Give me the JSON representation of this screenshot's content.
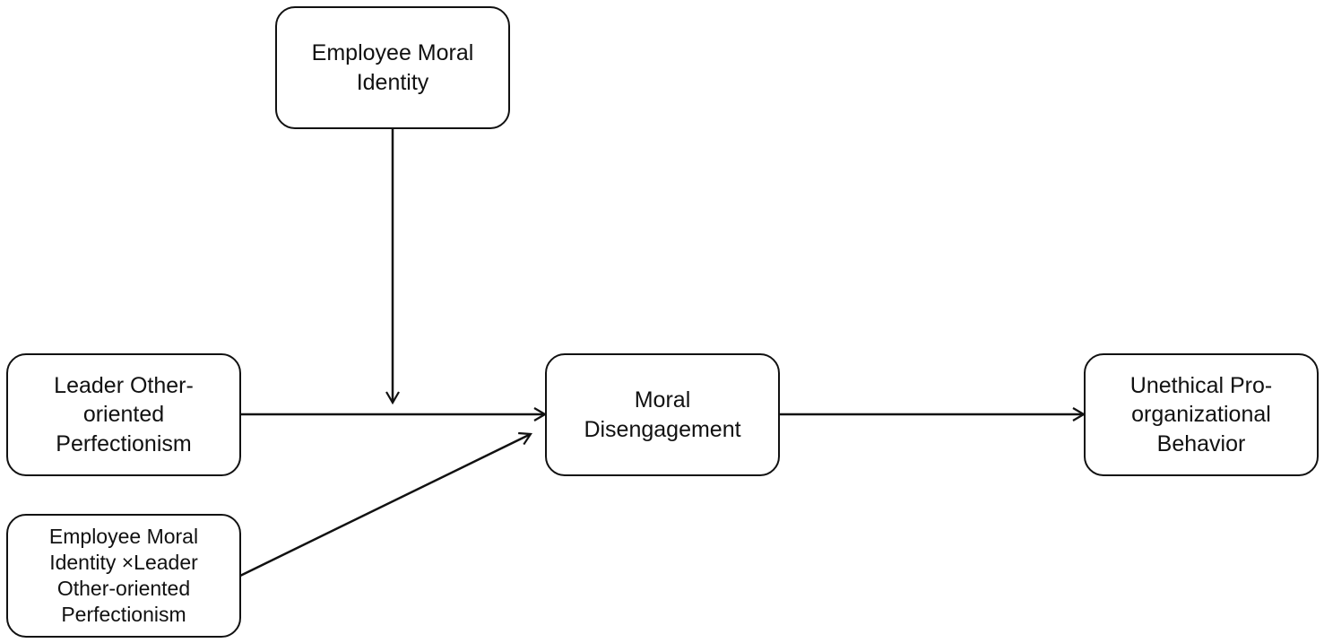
{
  "diagram": {
    "nodes": {
      "moderator": {
        "label": "Employee Moral\nIdentity"
      },
      "independent": {
        "label": "Leader Other-\noriented\nPerfectionism"
      },
      "interaction": {
        "label": "Employee Moral\nIdentity ×Leader\nOther-oriented\nPerfectionism"
      },
      "mediator": {
        "label": "Moral\nDisengagement"
      },
      "dependent": {
        "label": "Unethical Pro-\norganizational\nBehavior"
      }
    },
    "edges": [
      {
        "from": "moderator",
        "to": "independent-mediator-path"
      },
      {
        "from": "independent",
        "to": "mediator"
      },
      {
        "from": "interaction",
        "to": "mediator"
      },
      {
        "from": "mediator",
        "to": "dependent"
      }
    ],
    "colors": {
      "stroke": "#111111",
      "background": "#ffffff",
      "text": "#111111"
    }
  }
}
